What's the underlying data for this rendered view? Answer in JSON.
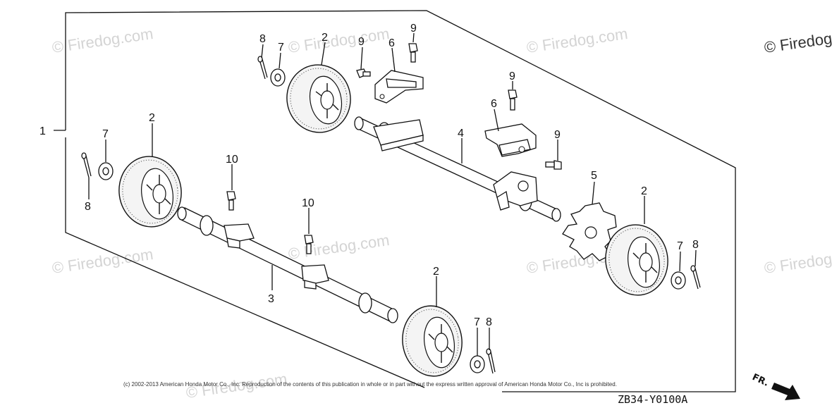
{
  "watermarks": [
    "© Firedog.com",
    "© Firedog.com",
    "© Firedog.com",
    "© Firedog.com",
    "© Firedog.com",
    "© Firedog.com",
    "© Firedog.com",
    "© Firedog.com",
    "© Firedog.com"
  ],
  "copyright": "(c) 2002-2013 American Honda Motor Co., Inc. Reproduction of the contents of this publication in whole or in part without the express written approval of American Honda Motor Co., Inc is prohibited.",
  "diagram_code": "ZB34-Y0100A",
  "direction_label": "FR.",
  "callouts": {
    "assembly": "1",
    "wheel_rear_top": "2",
    "wheel_front_left": "2",
    "wheel_front_right": "2",
    "wheel_rear_right": "2",
    "front_axle": "3",
    "rear_axle": "4",
    "height_adjuster": "5",
    "bracket_top": "6",
    "bracket_mid": "6",
    "washer_top": "7",
    "washer_left": "7",
    "washer_bottom": "7",
    "washer_right": "7",
    "pin_top": "8",
    "pin_left": "8",
    "pin_bottom": "8",
    "pin_right": "8",
    "bolt_top_a": "9",
    "bolt_top_b": "9",
    "bolt_mid_a": "9",
    "bolt_mid_b": "9",
    "bolt_front_a": "10",
    "bolt_front_b": "10"
  }
}
